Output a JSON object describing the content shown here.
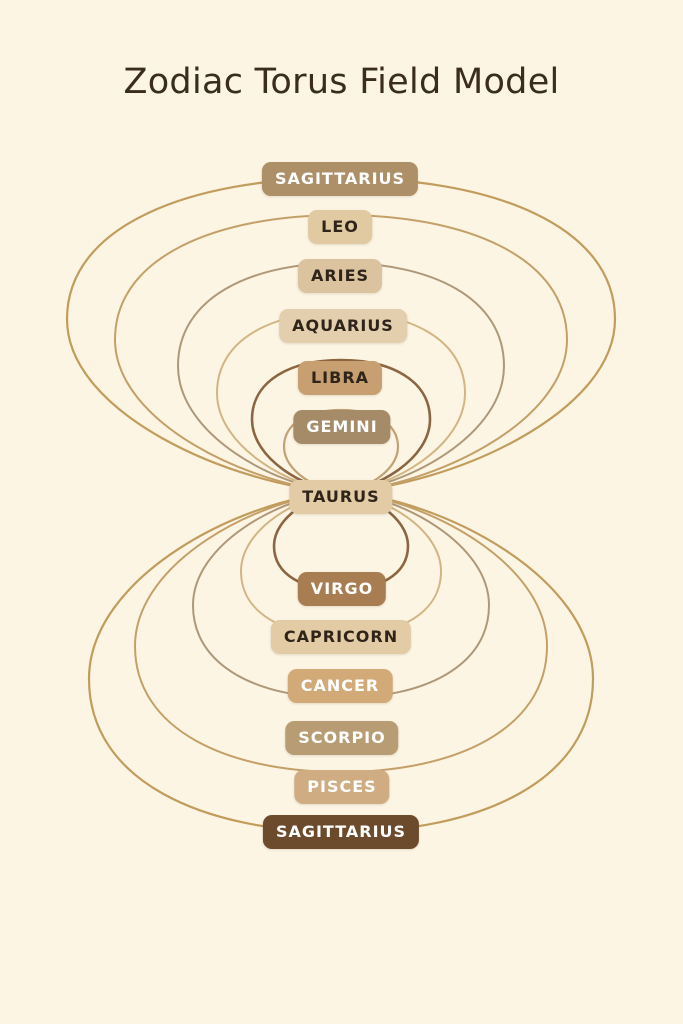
{
  "title": "Zodiac Torus Field Model",
  "labels": {
    "sagittarius_top": {
      "text": "SAGITTARIUS",
      "bg": "#ad9068",
      "fg": "#ffffff"
    },
    "leo": {
      "text": "LEO",
      "bg": "#e1c9a2",
      "fg": "#2f2419"
    },
    "aries": {
      "text": "ARIES",
      "bg": "#dcc3a0",
      "fg": "#2f2419"
    },
    "aquarius": {
      "text": "AQUARIUS",
      "bg": "#e3cfae",
      "fg": "#2f2419"
    },
    "libra": {
      "text": "LIBRA",
      "bg": "#c79f70",
      "fg": "#2f2419"
    },
    "gemini": {
      "text": "GEMINI",
      "bg": "#a68b69",
      "fg": "#ffffff"
    },
    "taurus": {
      "text": "TAURUS",
      "bg": "#e3cba5",
      "fg": "#2f2419"
    },
    "virgo": {
      "text": "VIRGO",
      "bg": "#a87d52",
      "fg": "#ffffff"
    },
    "capricorn": {
      "text": "CAPRICORN",
      "bg": "#e3cba5",
      "fg": "#2f2419"
    },
    "cancer": {
      "text": "CANCER",
      "bg": "#d1aa78",
      "fg": "#ffffff"
    },
    "scorpio": {
      "text": "SCORPIO",
      "bg": "#b89d74",
      "fg": "#ffffff"
    },
    "pisces": {
      "text": "PISCES",
      "bg": "#cfac82",
      "fg": "#ffffff"
    },
    "sagittarius_bottom": {
      "text": "SAGITTARIUS",
      "bg": "#6c4a2c",
      "fg": "#ffffff"
    }
  },
  "line_colors": {
    "outer": "#c29c5c",
    "leo": "#c4a068",
    "aries": "#ae9878",
    "aquarius": "#d2b584",
    "libra": "#8c6642",
    "gemini": "#c2a274",
    "virgo": "#8c6642",
    "capricorn": "#d2b584",
    "cancer": "#ae9878",
    "scorpio": "#c4a068",
    "outer_bottom": "#c29c5c"
  }
}
